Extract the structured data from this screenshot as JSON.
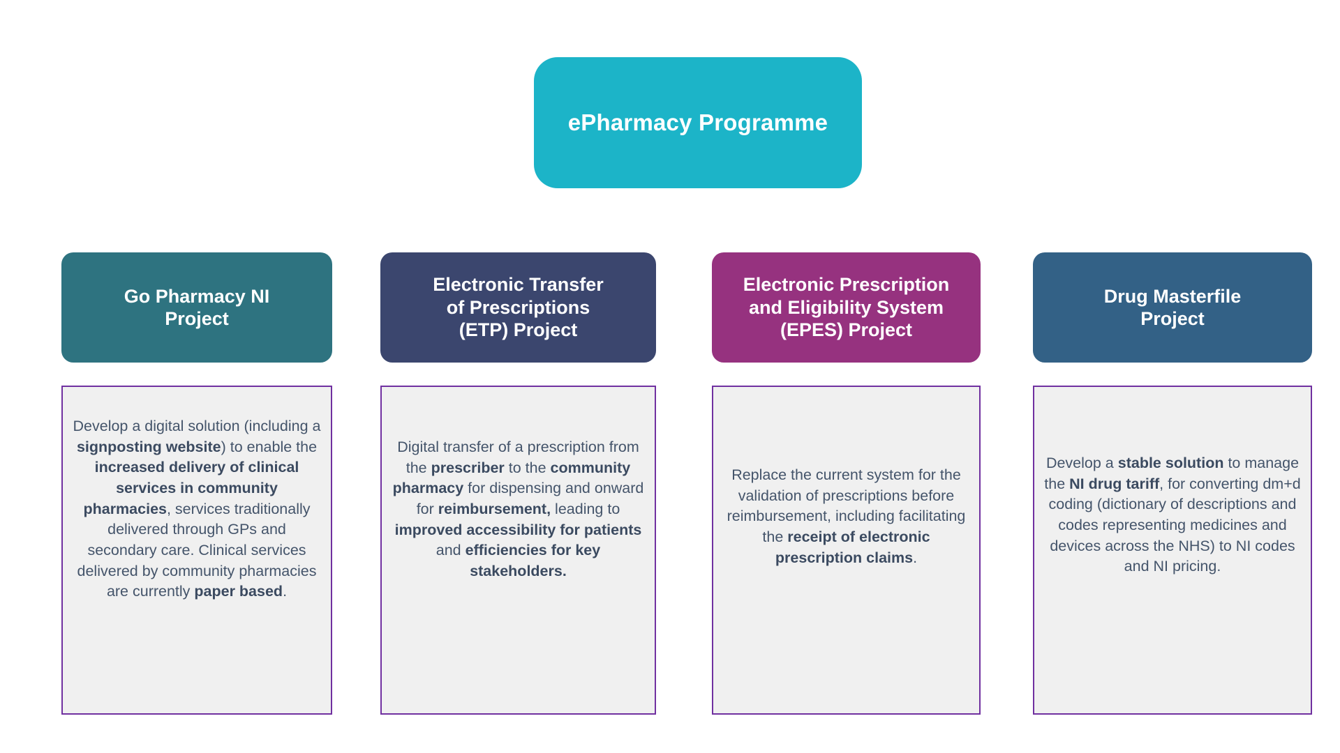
{
  "diagram": {
    "type": "hierarchy",
    "background_color": "#FFFFFF",
    "programme": {
      "label": "ePharmacy Programme",
      "fill_color": "#1CB4C8",
      "text_color": "#FFFFFF"
    },
    "body_box_style": {
      "fill_color": "#F0F0F0",
      "border_color": "#7030A0",
      "text_color": "#44546A"
    },
    "projects": [
      {
        "title": "Go Pharmacy NI\nProject",
        "header_color": "#2E7380",
        "description_html": "Develop a digital solution (including a <b>signposting website</b>) to enable the <b>increased delivery of clinical services in community pharmacies</b>, services traditionally delivered through GPs and secondary care. Clinical services delivered by community pharmacies are currently <b>paper based</b>.",
        "description_plain": "Develop a digital solution (including a signposting website) to enable the increased delivery of clinical services in community pharmacies, services traditionally delivered through GPs and secondary care. Clinical services delivered by community pharmacies are currently paper based."
      },
      {
        "title": "Electronic Transfer\nof Prescriptions\n(ETP) Project",
        "header_color": "#3B466E",
        "description_html": "Digital transfer of a prescription from the <b>prescriber</b> to the <b>community pharmacy</b> for dispensing and onward for <b>reimbursement,</b> leading to <b>improved accessibility for patients</b> and <b>efficiencies for key stakeholders.</b>",
        "description_plain": "Digital transfer of a prescription from the prescriber to the community pharmacy for dispensing and onward for reimbursement, leading to improved accessibility for patients and efficiencies for key stakeholders."
      },
      {
        "title": "Electronic Prescription\nand Eligibility System\n(EPES) Project",
        "header_color": "#96327F",
        "description_html": "Replace the current system for the validation of prescriptions before reimbursement, including facilitating the <b>receipt of electronic prescription claims</b>.",
        "description_plain": "Replace the current system for the validation of prescriptions before reimbursement, including facilitating the receipt of electronic prescription claims."
      },
      {
        "title": "Drug Masterfile\nProject",
        "header_color": "#336186",
        "description_html": "Develop a <b>stable solution</b> to manage the <b>NI drug tariff</b>, for converting dm+d coding (dictionary of descriptions and codes representing medicines and devices across the NHS) to NI codes and NI pricing.",
        "description_plain": "Develop a stable solution to manage the NI drug tariff, for converting dm+d coding (dictionary of descriptions and codes representing medicines and devices across the NHS) to NI codes and NI pricing."
      }
    ]
  }
}
